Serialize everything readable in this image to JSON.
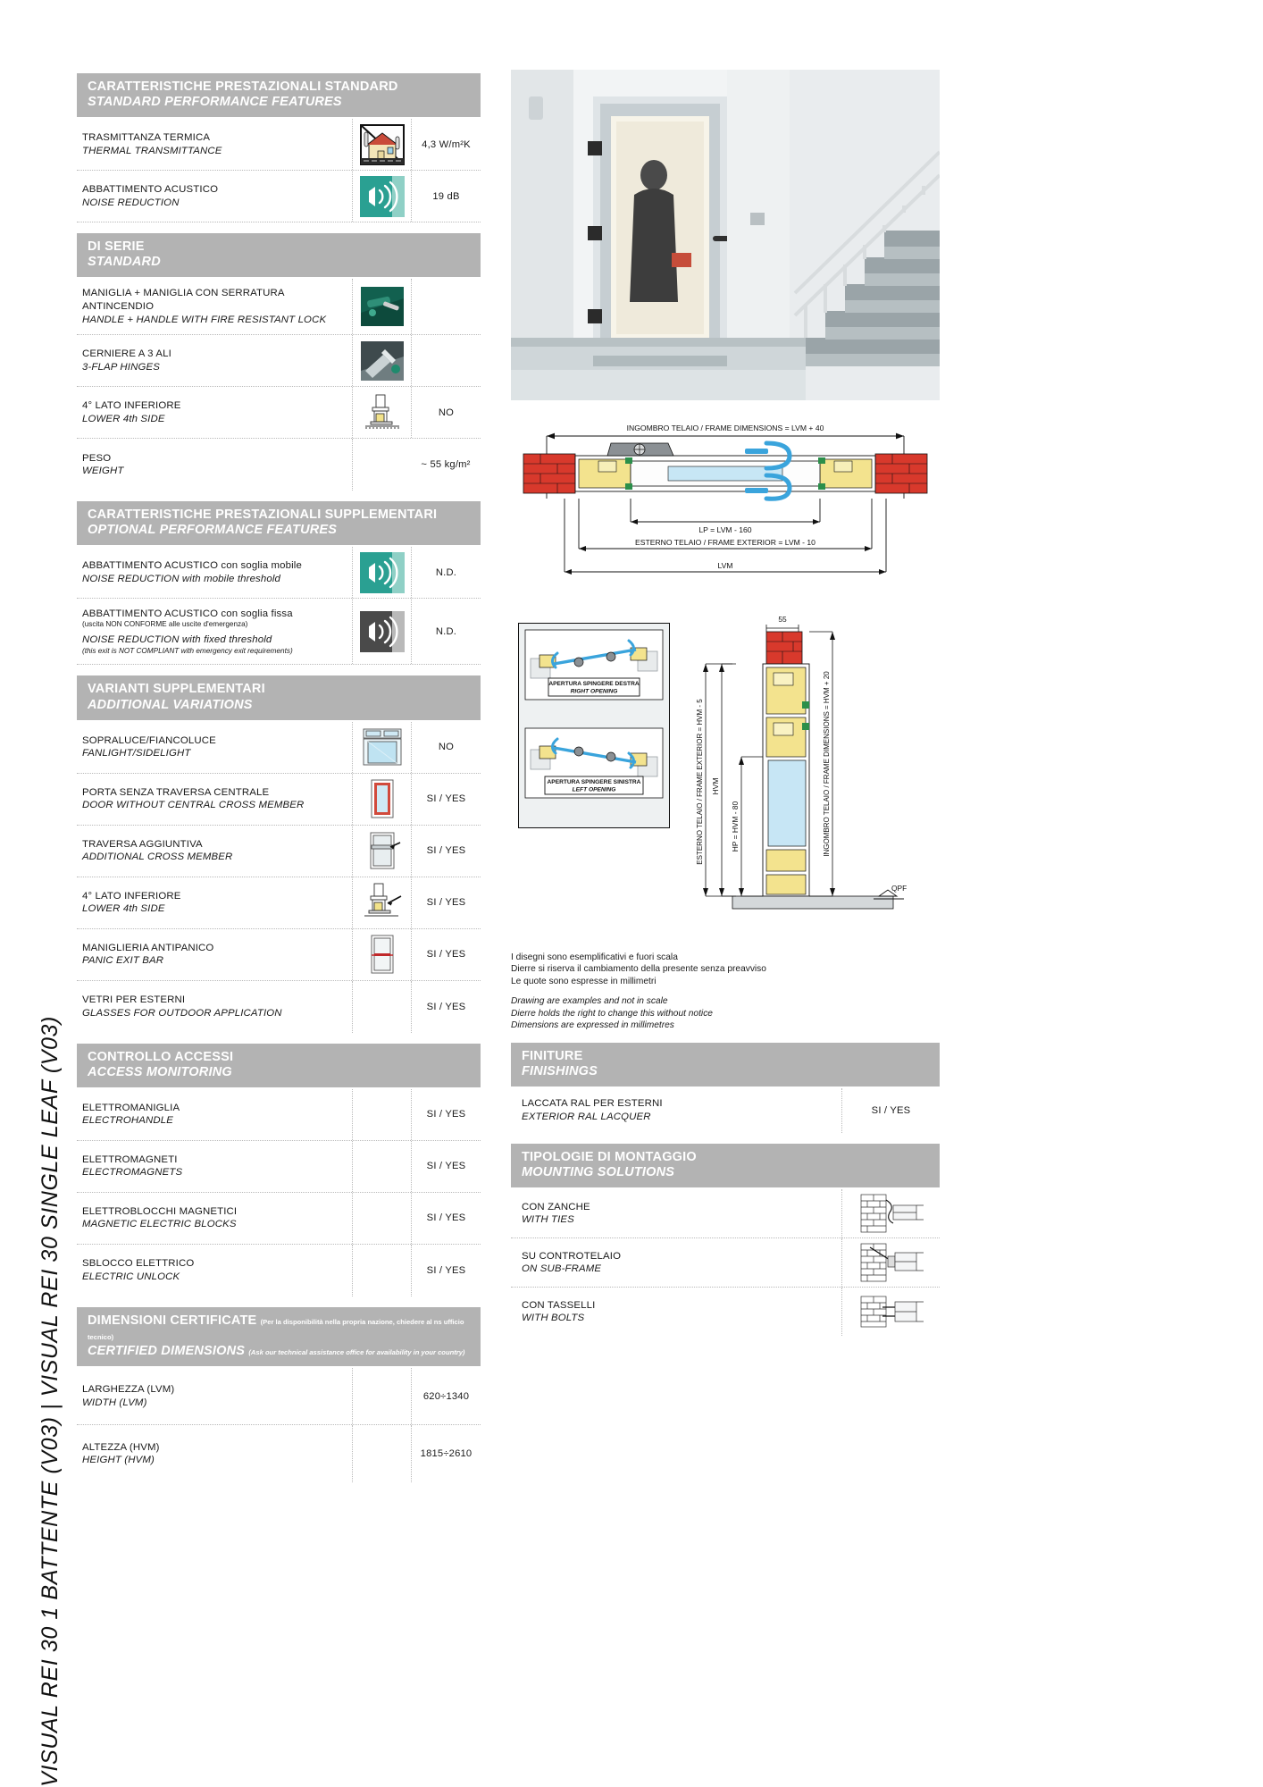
{
  "side_title": "VISUAL REI 30 1 BATTENTE (V03)  |  VISUAL REI 30 SINGLE LEAF (V03)",
  "colors": {
    "bar": "#b3b3b3",
    "teal": "#2aa092",
    "brick": "#d1342a",
    "wood": "#f2e28a",
    "glass": "#bfe3f2"
  },
  "sections": [
    {
      "id": "standard-performance",
      "title_it": "CARATTERISTICHE PRESTAZIONALI STANDARD",
      "title_en": "STANDARD PERFORMANCE FEATURES",
      "rows": [
        {
          "it": "TRASMITTANZA TERMICA",
          "en": "THERMAL TRANSMITTANCE",
          "icon": "thermal-transmittance-icon",
          "value": "4,3 W/m²K"
        },
        {
          "it": "ABBATTIMENTO ACUSTICO",
          "en": "NOISE REDUCTION",
          "icon": "noise-reduction-icon",
          "value": "19 dB"
        }
      ]
    },
    {
      "id": "di-serie",
      "title_it": "DI SERIE",
      "title_en": "STANDARD",
      "rows": [
        {
          "it": "MANIGLIA + MANIGLIA CON SERRATURA ANTINCENDIO",
          "en": "HANDLE + HANDLE WITH FIRE RESISTANT LOCK",
          "icon": "handle-lock-photo-icon",
          "value": ""
        },
        {
          "it": "CERNIERE A 3 ALI",
          "en": "3-FLAP HINGES",
          "icon": "hinge-photo-icon",
          "value": ""
        },
        {
          "it": "4° LATO INFERIORE",
          "en": "LOWER 4th SIDE",
          "icon": "lower-side-drawing-icon",
          "value": "NO"
        },
        {
          "it": "PESO",
          "en": "WEIGHT",
          "icon": "",
          "value": "~ 55 kg/m²"
        }
      ]
    },
    {
      "id": "optional-performance",
      "title_it": "CARATTERISTICHE PRESTAZIONALI SUPPLEMENTARI",
      "title_en": "OPTIONAL PERFORMANCE FEATURES",
      "rows": [
        {
          "it": "ABBATTIMENTO ACUSTICO",
          "it_small_inline": " con soglia mobile",
          "en": "NOISE REDUCTION",
          "en_small_inline": " with mobile threshold",
          "icon": "noise-reduction-icon",
          "value": "N.D."
        },
        {
          "it": "ABBATTIMENTO ACUSTICO",
          "it_small_inline": " con soglia fissa",
          "it_sub": "(uscita NON CONFORME alle uscite d'emergenza)",
          "en": "NOISE REDUCTION",
          "en_small_inline": " with fixed threshold",
          "en_sub": "(this exit is NOT COMPLIANT with emergency exit requirements)",
          "icon": "noise-reduction-grey-icon",
          "value": "N.D."
        }
      ]
    },
    {
      "id": "additional-variations",
      "title_it": "VARIANTI SUPPLEMENTARI",
      "title_en": "ADDITIONAL VARIATIONS",
      "rows": [
        {
          "it": "SOPRALUCE/FIANCOLUCE",
          "en": "FANLIGHT/SIDELIGHT",
          "icon": "fanlight-drawing-icon",
          "value": "NO"
        },
        {
          "it": "PORTA SENZA TRAVERSA CENTRALE",
          "en": "DOOR WITHOUT CENTRAL CROSS MEMBER",
          "icon": "door-no-crossmember-icon",
          "value": "SI / YES"
        },
        {
          "it": "TRAVERSA AGGIUNTIVA",
          "en": "ADDITIONAL CROSS MEMBER",
          "icon": "additional-crossmember-icon",
          "value": "SI / YES"
        },
        {
          "it": "4° LATO INFERIORE",
          "en": "LOWER 4th SIDE",
          "icon": "lower-side-arrow-icon",
          "value": "SI / YES"
        },
        {
          "it": "MANIGLIERIA ANTIPANICO",
          "en": "PANIC EXIT BAR",
          "icon": "panic-bar-icon",
          "value": "SI / YES"
        },
        {
          "it": "VETRI PER ESTERNI",
          "en": "GLASSES FOR OUTDOOR APPLICATION",
          "icon": "",
          "value": "SI / YES"
        }
      ]
    },
    {
      "id": "access-monitoring",
      "title_it": "CONTROLLO ACCESSI",
      "title_en": "ACCESS MONITORING",
      "rows": [
        {
          "it": "ELETTROMANIGLIA",
          "en": "ELECTROHANDLE",
          "icon": "",
          "value": "SI / YES"
        },
        {
          "it": "ELETTROMAGNETI",
          "en": "ELECTROMAGNETS",
          "icon": "",
          "value": "SI / YES"
        },
        {
          "it": "ELETTROBLOCCHI MAGNETICI",
          "en": "MAGNETIC ELECTRIC BLOCKS",
          "icon": "",
          "value": "SI / YES"
        },
        {
          "it": "SBLOCCO ELETTRICO",
          "en": "ELECTRIC UNLOCK",
          "icon": "",
          "value": "SI / YES"
        }
      ]
    },
    {
      "id": "certified-dimensions",
      "title_it": "DIMENSIONI CERTIFICATE",
      "title_it_note": "(Per la disponibilità nella propria nazione, chiedere al ns ufficio tecnico)",
      "title_en": "CERTIFIED DIMENSIONS",
      "title_en_note": "(Ask our technical assistance office for availability in your country)",
      "rows": [
        {
          "it": "LARGHEZZA (LVM)",
          "en": "WIDTH (LVM)",
          "icon": "",
          "value": "620÷1340"
        },
        {
          "it": "ALTEZZA (HVM)",
          "en": "HEIGHT (HVM)",
          "icon": "",
          "value": "1815÷2610"
        }
      ]
    }
  ],
  "right": {
    "photo_alt": "glass-fire-door-installed-photo",
    "horizontal_section": {
      "name": "horizontal-section-drawing",
      "top_dim": "INGOMBRO TELAIO / FRAME DIMENSIONS = LVM + 40",
      "inner_dim": "LP = LVM - 160",
      "mid_dim": "ESTERNO TELAIO / FRAME EXTERIOR = LVM - 10",
      "bottom_dim": "LVM"
    },
    "opening_diagrams": {
      "name": "opening-direction-diagrams",
      "right": {
        "it": "APERTURA SPINGERE DESTRA",
        "en": "RIGHT OPENING"
      },
      "left": {
        "it": "APERTURA SPINGERE SINISTRA",
        "en": "LEFT OPENING"
      }
    },
    "vertical_section": {
      "name": "vertical-section-drawing",
      "top_dim": "55",
      "left_dim": "HVM",
      "mid_left_dim": "ESTERNO TELAIO / FRAME EXTERIOR = HVM - 5",
      "inner_dim": "HP = HVM - 80",
      "right_dim": "INGOMBRO TELAIO / FRAME DIMENSIONS = HVM + 20",
      "floor_label": "QPF"
    },
    "notes_it": [
      "I disegni sono esemplificativi e fuori scala",
      "Dierre si riserva il cambiamento della presente senza preavviso",
      "Le quote sono espresse in millimetri"
    ],
    "notes_en": [
      "Drawing are examples and not in scale",
      "Dierre holds the right to change this without notice",
      "Dimensions are expressed in millimetres"
    ],
    "sections": [
      {
        "id": "finishings",
        "title_it": "FINITURE",
        "title_en": "FINISHINGS",
        "rows": [
          {
            "it": "LACCATA RAL PER ESTERNI",
            "en": "EXTERIOR RAL LACQUER",
            "icon": "",
            "value": "SI / YES"
          }
        ]
      },
      {
        "id": "mounting-solutions",
        "title_it": "TIPOLOGIE DI MONTAGGIO",
        "title_en": "MOUNTING SOLUTIONS",
        "rows": [
          {
            "it": "CON ZANCHE",
            "en": "WITH TIES",
            "icon": "mounting-with-ties-icon",
            "value": ""
          },
          {
            "it": "SU CONTROTELAIO",
            "en": "ON SUB-FRAME",
            "icon": "mounting-sub-frame-icon",
            "value": ""
          },
          {
            "it": "CON TASSELLI",
            "en": "WITH BOLTS",
            "icon": "mounting-with-bolts-icon",
            "value": ""
          }
        ]
      }
    ]
  }
}
